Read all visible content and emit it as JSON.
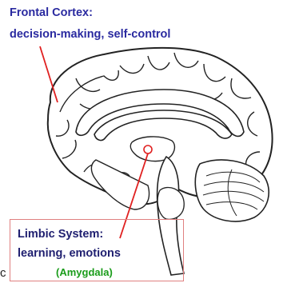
{
  "labels": {
    "frontal_title": "Frontal Cortex:",
    "frontal_description": "decision-making, self-control",
    "limbic_title": "Limbic System:",
    "limbic_description": "learning, emotions",
    "limbic_sub": "(Amygdala)",
    "edge_glyph": "c"
  },
  "colors": {
    "frontal_text": "#2a2aa0",
    "limbic_text": "#1f1f70",
    "amygdala_text": "#1a9c1a",
    "pointer_line": "#e02020",
    "box_border": "#e08080",
    "brain_outline": "#222222"
  }
}
